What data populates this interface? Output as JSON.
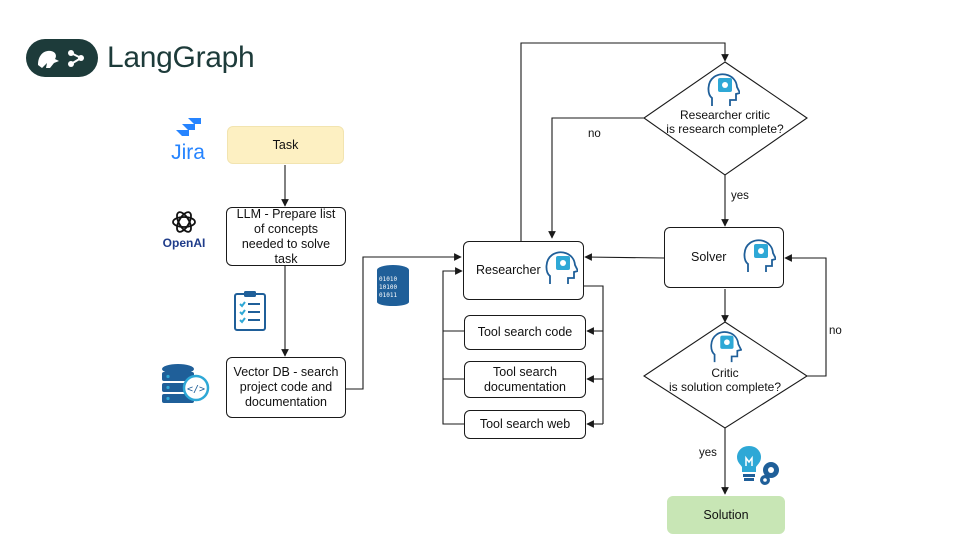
{
  "brand": {
    "name": "LangGraph"
  },
  "side_icons": {
    "jira": {
      "label": "Jira",
      "color": "#2684ff"
    },
    "openai": {
      "label": "OpenAI",
      "color": "#1f3c8a"
    }
  },
  "nodes": {
    "task": "Task",
    "llm": "LLM - Prepare list of concepts needed to solve task",
    "vector_db": "Vector DB - search project code and documentation",
    "researcher": "Researcher",
    "tool_code": "Tool search code",
    "tool_docs": "Tool search documentation",
    "tool_web": "Tool search web",
    "researcher_critic_line1": "Researcher critic",
    "researcher_critic_line2": "is research complete?",
    "solver": "Solver",
    "critic_line1": "Critic",
    "critic_line2": "is solution complete?",
    "solution": "Solution"
  },
  "edge_labels": {
    "rc_no": "no",
    "rc_yes": "yes",
    "critic_no": "no",
    "critic_yes": "yes"
  },
  "colors": {
    "task_fill": "#fdf0c2",
    "solution_fill": "#c8e6b5",
    "logo_dark": "#1d3b3a",
    "icon_blue": "#1f5f99",
    "chip_cyan": "#2ea8d6"
  }
}
